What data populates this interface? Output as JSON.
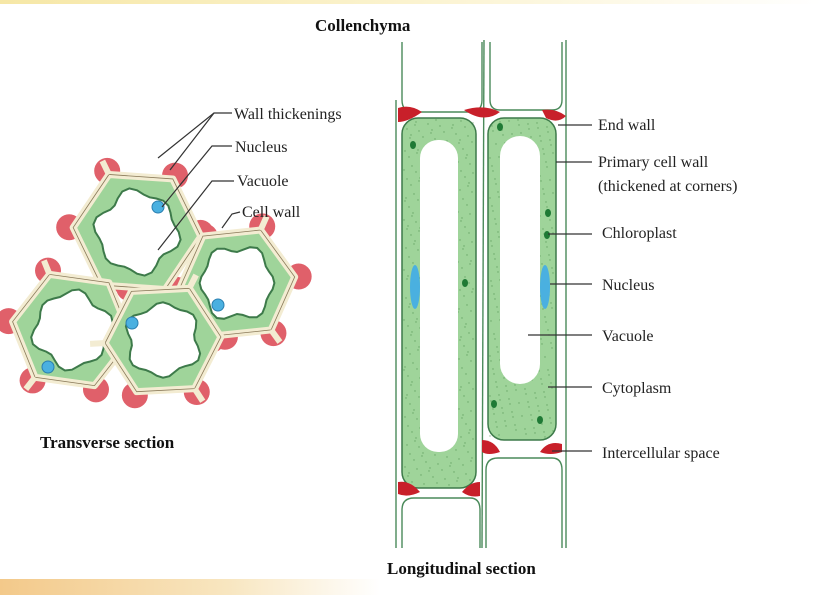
{
  "title": "Collenchyma",
  "transverse": {
    "caption": "Transverse section",
    "labels": {
      "wall_thickenings": "Wall thickenings",
      "nucleus": "Nucleus",
      "vacuole": "Vacuole",
      "cell_wall": "Cell wall"
    }
  },
  "longitudinal": {
    "caption": "Longitudinal section",
    "labels": {
      "end_wall": "End wall",
      "primary_wall_1": "Primary cell wall",
      "primary_wall_2": "(thickened at corners)",
      "chloroplast": "Chloroplast",
      "nucleus": "Nucleus",
      "vacuole": "Vacuole",
      "cytoplasm": "Cytoplasm",
      "intercellular_space": "Intercellular space"
    }
  },
  "colors": {
    "thickening": "#e0606a",
    "cytoplasm": "#9fd49a",
    "wall": "#f3ecd2",
    "outline": "#3d7a4a",
    "nucleus": "#4ab0e0",
    "chloroplast": "#1f7a35",
    "end_wall": "#c8202a"
  }
}
